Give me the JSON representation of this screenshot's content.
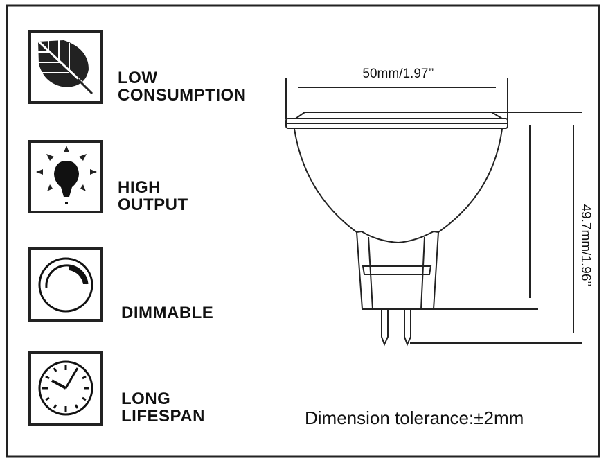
{
  "features": [
    {
      "icon": "leaf-icon",
      "lines": [
        "LOW",
        "CONSUMPTION"
      ]
    },
    {
      "icon": "lightbulb-icon",
      "lines": [
        "HIGH",
        "OUTPUT"
      ]
    },
    {
      "icon": "dimmer-icon",
      "lines": [
        "DIMMABLE"
      ]
    },
    {
      "icon": "clock-icon",
      "lines": [
        "LONG",
        "LIFESPAN"
      ]
    }
  ],
  "dimensions": {
    "width": "50mm/1.97’’",
    "height": "49.7mm/1.96’’",
    "tolerance": "Dimension tolerance:±2mm"
  }
}
